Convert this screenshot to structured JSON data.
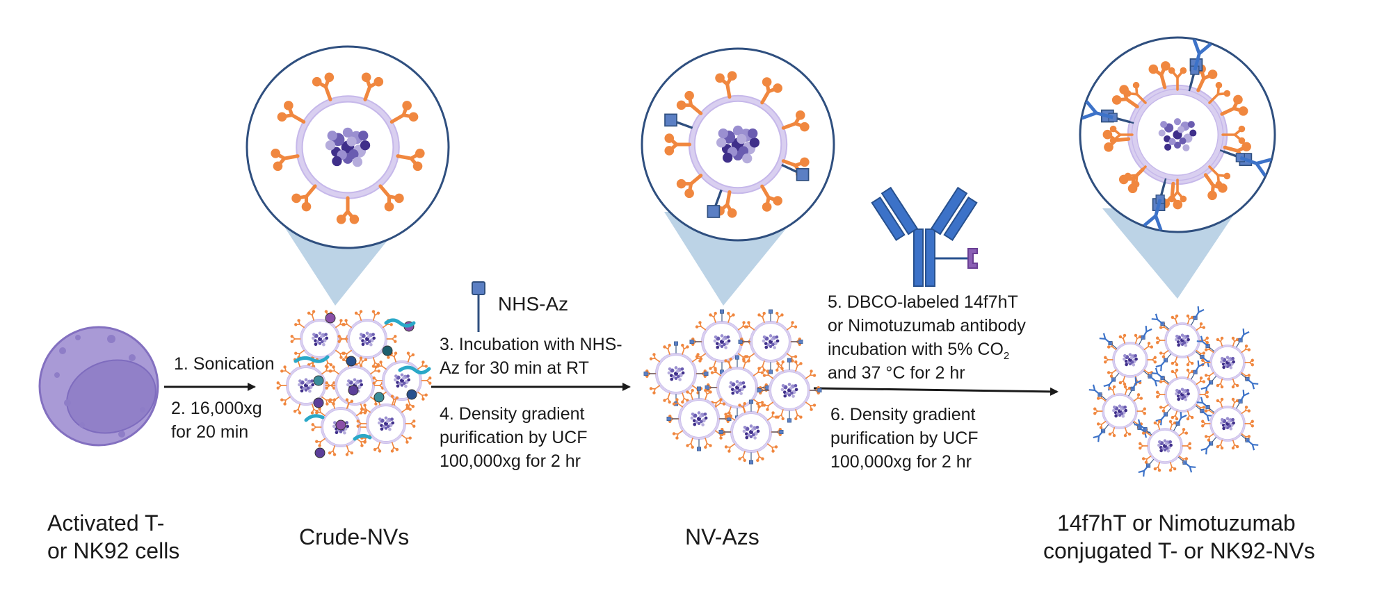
{
  "labels": {
    "cell_line1": "Activated T-",
    "cell_line2": "or NK92 cells",
    "crude": "Crude-NVs",
    "nvaz": "NV-Azs",
    "final_line1": "14f7hT or Nimotuzumab",
    "final_line2": "conjugated T- or NK92-NVs"
  },
  "steps": {
    "s1": "1.  Sonication",
    "s2_line1": "2. 16,000xg",
    "s2_line2": "for 20 min",
    "nhs_az": "NHS-Az",
    "s3_line1": "3. Incubation with NHS-",
    "s3_line2": "Az for 30 min at RT",
    "s4_line1": "4. Density gradient",
    "s4_line2": "purification by UCF",
    "s4_line3": "100,000xg for 2 hr",
    "s5_line1": "5. DBCO-labeled 14f7hT",
    "s5_line2": "or Nimotuzumab antibody",
    "s5_line3_pre": "incubation with 5% CO",
    "s5_line3_sub": "2",
    "s5_line4": "and 37 °C for 2 hr",
    "s6_line1": "6. Density gradient",
    "s6_line2": "purification by UCF",
    "s6_line3": "100,000xg for 2 hr"
  },
  "colors": {
    "cell_fill": "#a99ad6",
    "nucleus_fill": "#9180c8",
    "membrane": "#d9cff0",
    "protein": "#f0873f",
    "cargo": "#5e4fa0",
    "azide": "#5b7fc4",
    "antibody": "#3c72c8",
    "dbco": "#8a5fb4",
    "cone": "#bcd3e6",
    "circle_stroke": "#2f4f7f",
    "arrow": "#1a1a1a"
  }
}
